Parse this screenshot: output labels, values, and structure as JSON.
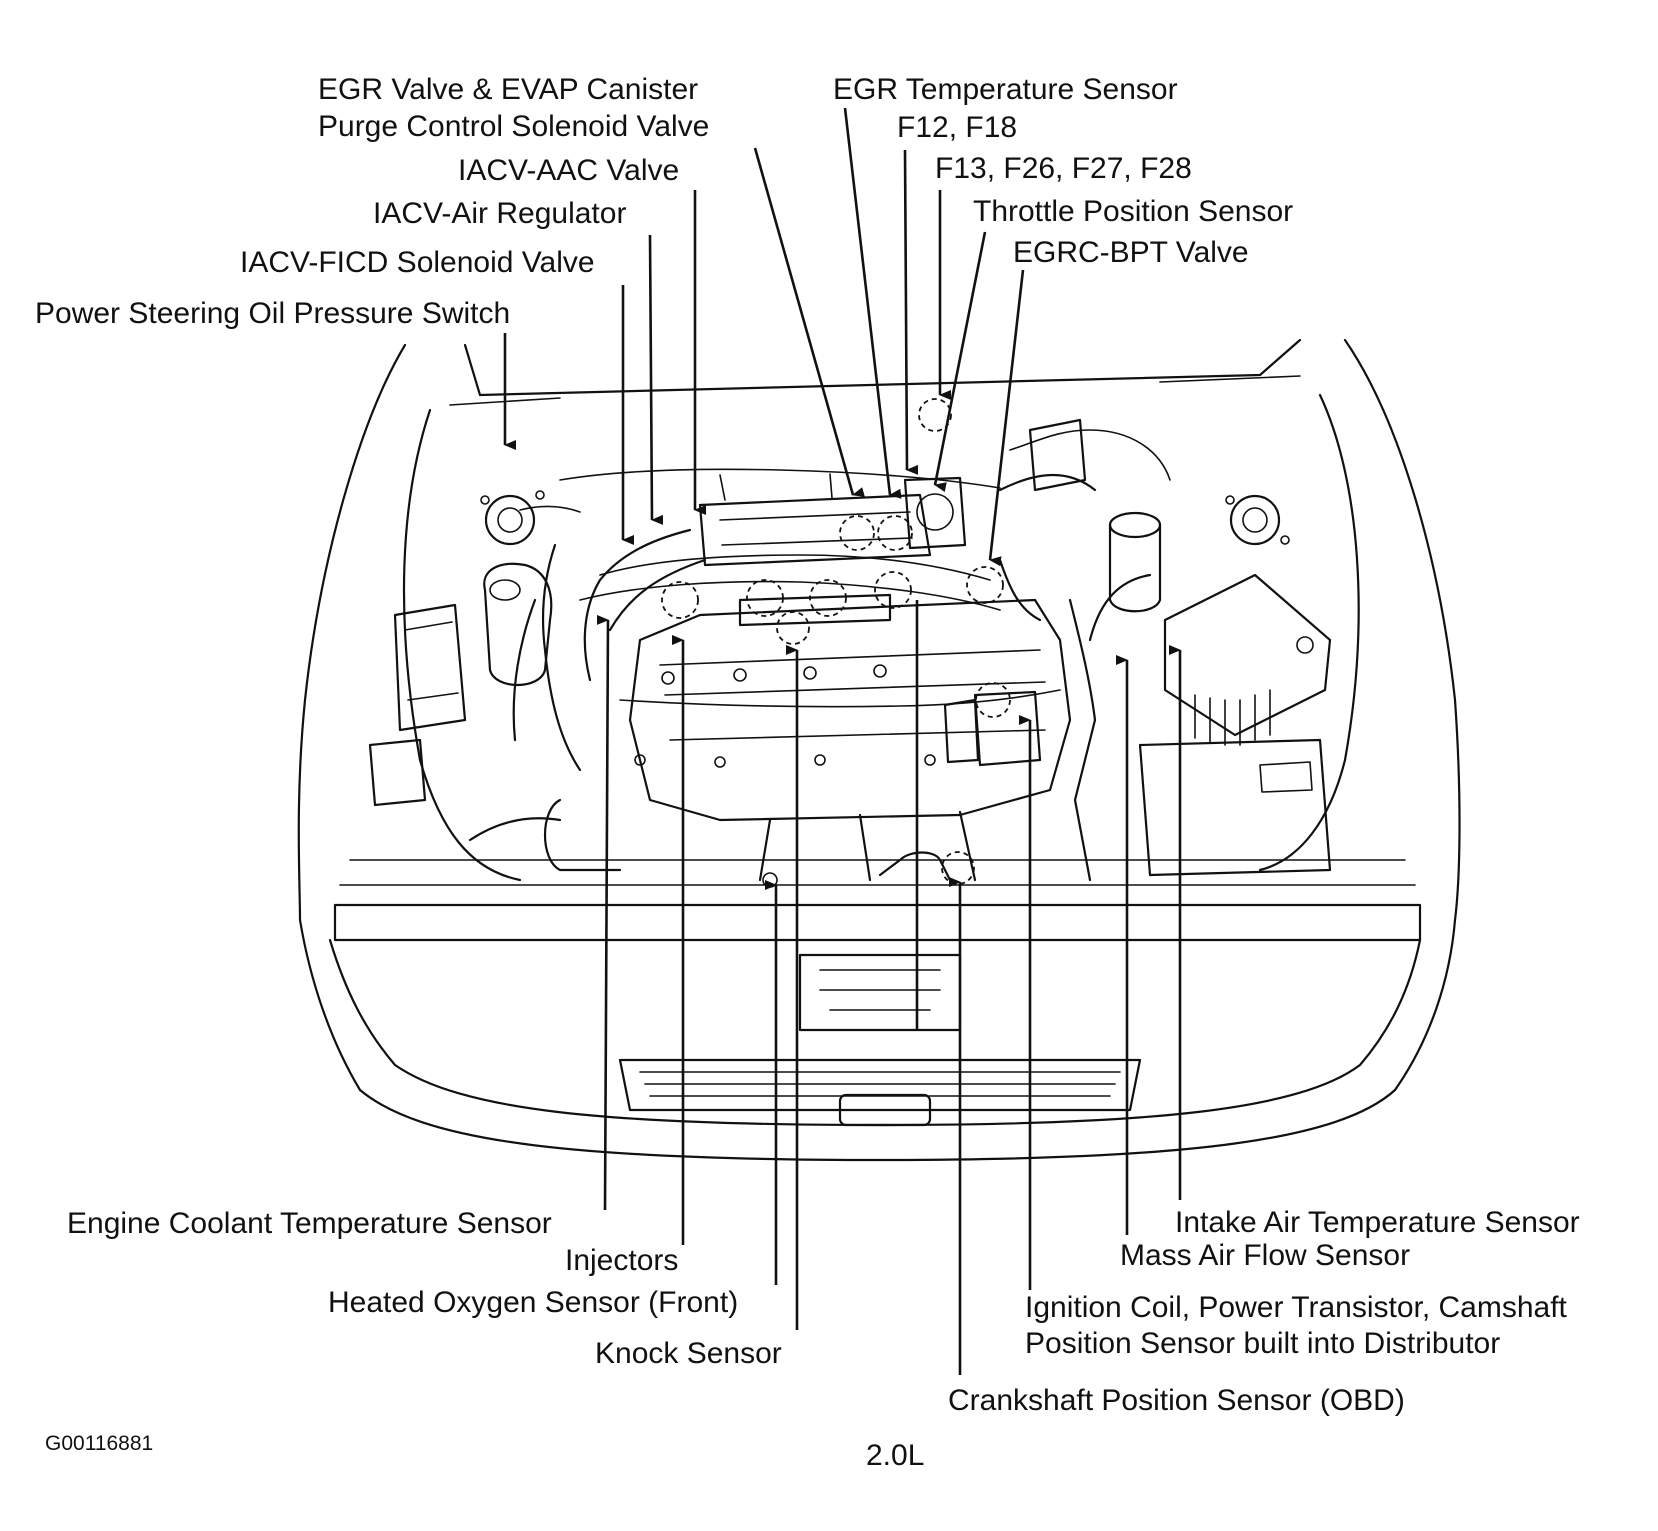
{
  "labels": {
    "egr_valve_line1": "EGR Valve & EVAP Canister",
    "egr_valve_line2": "Purge Control Solenoid Valve",
    "iacv_aac": "IACV-AAC Valve",
    "iacv_air": "IACV-Air Regulator",
    "iacv_ficd": "IACV-FICD Solenoid Valve",
    "ps_switch": "Power Steering Oil Pressure Switch",
    "egr_temp": "EGR Temperature Sensor",
    "f12": "F12, F18",
    "f13": "F13, F26, F27, F28",
    "tps": "Throttle Position Sensor",
    "egrc": "EGRC-BPT Valve",
    "ect": "Engine Coolant Temperature Sensor",
    "injectors": "Injectors",
    "ho2s": "Heated Oxygen Sensor (Front)",
    "knock": "Knock Sensor",
    "iat": "Intake Air Temperature Sensor",
    "maf": "Mass Air Flow Sensor",
    "ign_line1": "Ignition Coil, Power Transistor, Camshaft",
    "ign_line2": "Position Sensor built into Distributor",
    "ckp": "Crankshaft Position Sensor (OBD)"
  },
  "figure_id": "G00116881",
  "engine_size": "2.0L"
}
